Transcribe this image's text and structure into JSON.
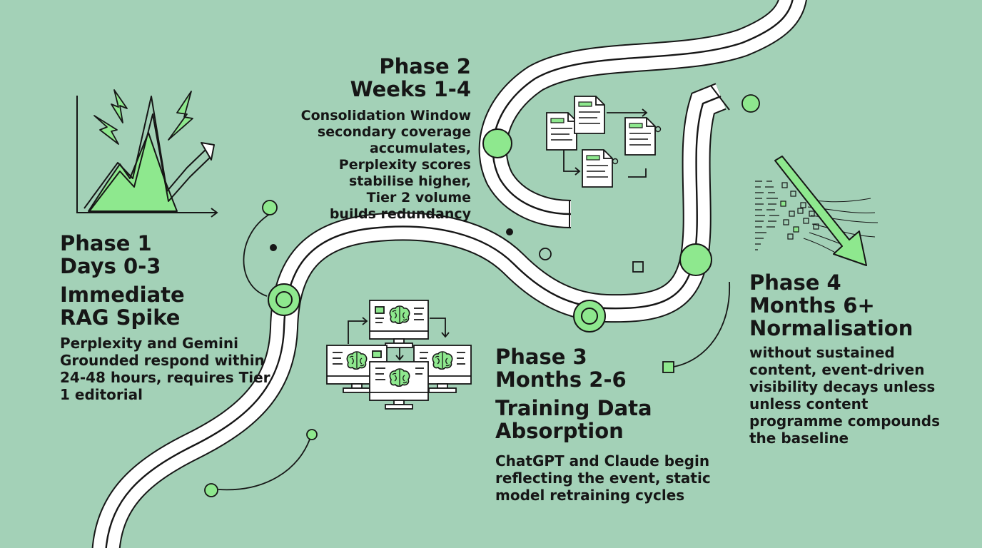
{
  "colors": {
    "background": "#a3d1b7",
    "accent": "#8ee88e",
    "ink": "#161616",
    "road": "#ffffff"
  },
  "icons": {
    "phase1": "spike-chart-icon",
    "phase2": "linked-documents-icon",
    "phase3": "brain-monitors-icon",
    "phase4": "data-decay-arrow-icon"
  },
  "phases": [
    {
      "title": "Phase 1",
      "period": "Days 0-3",
      "name": "Immediate RAG Spike",
      "name_lines": [
        "Immediate",
        "RAG Spike"
      ],
      "body_lines": [
        "Perplexity and Gemini",
        "Grounded respond within",
        "24-48 hours, requires Tier",
        "1 editorial"
      ]
    },
    {
      "title": "Phase 2",
      "period": "Weeks 1-4",
      "body_lines": [
        "Consolidation Window",
        "secondary coverage",
        "accumulates,",
        "Perplexity scores",
        "stabilise higher,",
        "Tier 2 volume",
        "builds redundancy"
      ]
    },
    {
      "title": "Phase 3",
      "period": "Months 2-6",
      "name_lines": [
        "Training Data",
        "Absorption"
      ],
      "body_lines": [
        "ChatGPT and Claude begin",
        "reflecting the event, static",
        "model retraining cycles"
      ]
    },
    {
      "title": "Phase 4",
      "period": "Months 6+",
      "name": "Normalisation",
      "body_lines": [
        "without sustained",
        "content, event-driven",
        "visibility decays unless",
        "unless content",
        "programme compounds",
        "the baseline"
      ]
    }
  ]
}
